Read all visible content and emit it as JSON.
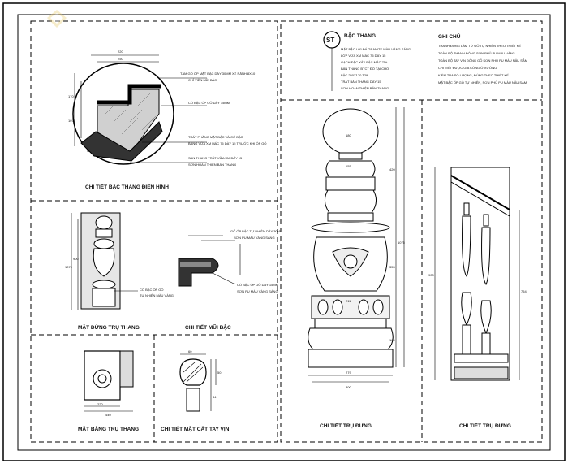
{
  "sheet": {
    "stamp": {
      "code": "ST",
      "label": "BẬC THANG"
    },
    "legend_lines": [
      "MẶT BẬC LỢI ĐÁ GRANITE MÀU VÀNG SÁNG",
      "LỚP VỮA XM MÁC 75 DÀY 15",
      "GẠCH ĐẶC XÂY BẬC MÁC 75#",
      "BẢN THANG BTCT ĐỔ TẠI CHỖ",
      "BẬC 250X170 T29",
      "TRÁT BẢN THANG DÀY 15",
      "SƠN HOÀN THIỆN BẢN THANG"
    ],
    "notes": {
      "title": "GHI CHÚ",
      "lines": [
        "THANH ĐÓNG LÀM TỪ GỖ TỰ NHIÊN THEO THIẾT KẾ",
        "TOÀN BỘ THANH ĐÓNG SƠN PHỦ PU MÀU VÀNG",
        "TOÀN BỘ TAY VỊN ĐÓNG GỖ SƠN PHỦ PU MÀU NÂU SẪM",
        "CHI TIẾT ĐƯỢC GIA CÔNG Ở XƯỞNG",
        "KIỂM TRA SỐ LƯỢNG, ĐÚNG THEO THIẾT KẾ",
        "MẶT BẬC ỐP GỖ TỰ NHIÊN, SƠN PHỦ PU MÀU NÂU SẪM"
      ]
    },
    "panels": {
      "step_detail": "CHI TIẾT BẬC THANG ĐIỂN HÌNH",
      "newel_elevation": "MẶT ĐỨNG TRỤ THANG",
      "nose_detail": "CHI TIẾT MŨI BẬC",
      "newel_plan": "MẶT BẰNG TRỤ THANG",
      "handrail_section": "CHI TIẾT MẶT CẮT TAY VỊN",
      "post_detail": "CHI TIẾT TRỤ ĐỨNG",
      "baluster_detail": "CHI TIẾT TRỤ ĐỨNG"
    },
    "step_annotations": [
      "TẤM GỖ ỐP MẶT BẬC DÀY 30MM XẺ RÃNH 8X10",
      "CHỈ VIỀN MŨI BẬC",
      "CỔ BẬC ỐP GỖ DÀY 15MM",
      "TRÁT PHẲNG MẶT BẬC VÀ CỔ BẬC",
      "BẰNG VỮA XM MÁC 75 DÀY 15 TRƯỚC KHI ỐP GỖ",
      "SÀN THANG TRÁT VỮA XM DÀY 15",
      "SƠN HOÀN THIỆN BẢN THANG"
    ],
    "nose_annotations": [
      "GỖ ỐP BẬC TỰ NHIÊN DÀY 30MM",
      "SƠN PU MÀU VÀNG SÁNG",
      "CỔ BẬC ỐP GỖ DÀY 15MM",
      "SƠN PU MÀU VÀNG SÁNG"
    ],
    "newel_annotations": [
      "CỔ BẬC ỐP GỖ",
      "TỰ NHIÊN MÀU VÀNG"
    ],
    "dims": {
      "step_w": "220",
      "step_w2": "250",
      "step_h": "170",
      "step_h2": "107",
      "post_top": "180",
      "post_d1": "155",
      "post_d2": "211",
      "post_d3": "279",
      "post_base": "300",
      "post_h": "1075",
      "post_h1": "420",
      "post_h2": "355",
      "post_h3": "160",
      "newel_h": "1076",
      "newel_h2": "900",
      "bal_h": "900",
      "bal_h2": "754",
      "plan_w": "440",
      "plan_w2": "220",
      "rail_w": "60",
      "rail_h": "50",
      "rail_h2": "84"
    }
  }
}
